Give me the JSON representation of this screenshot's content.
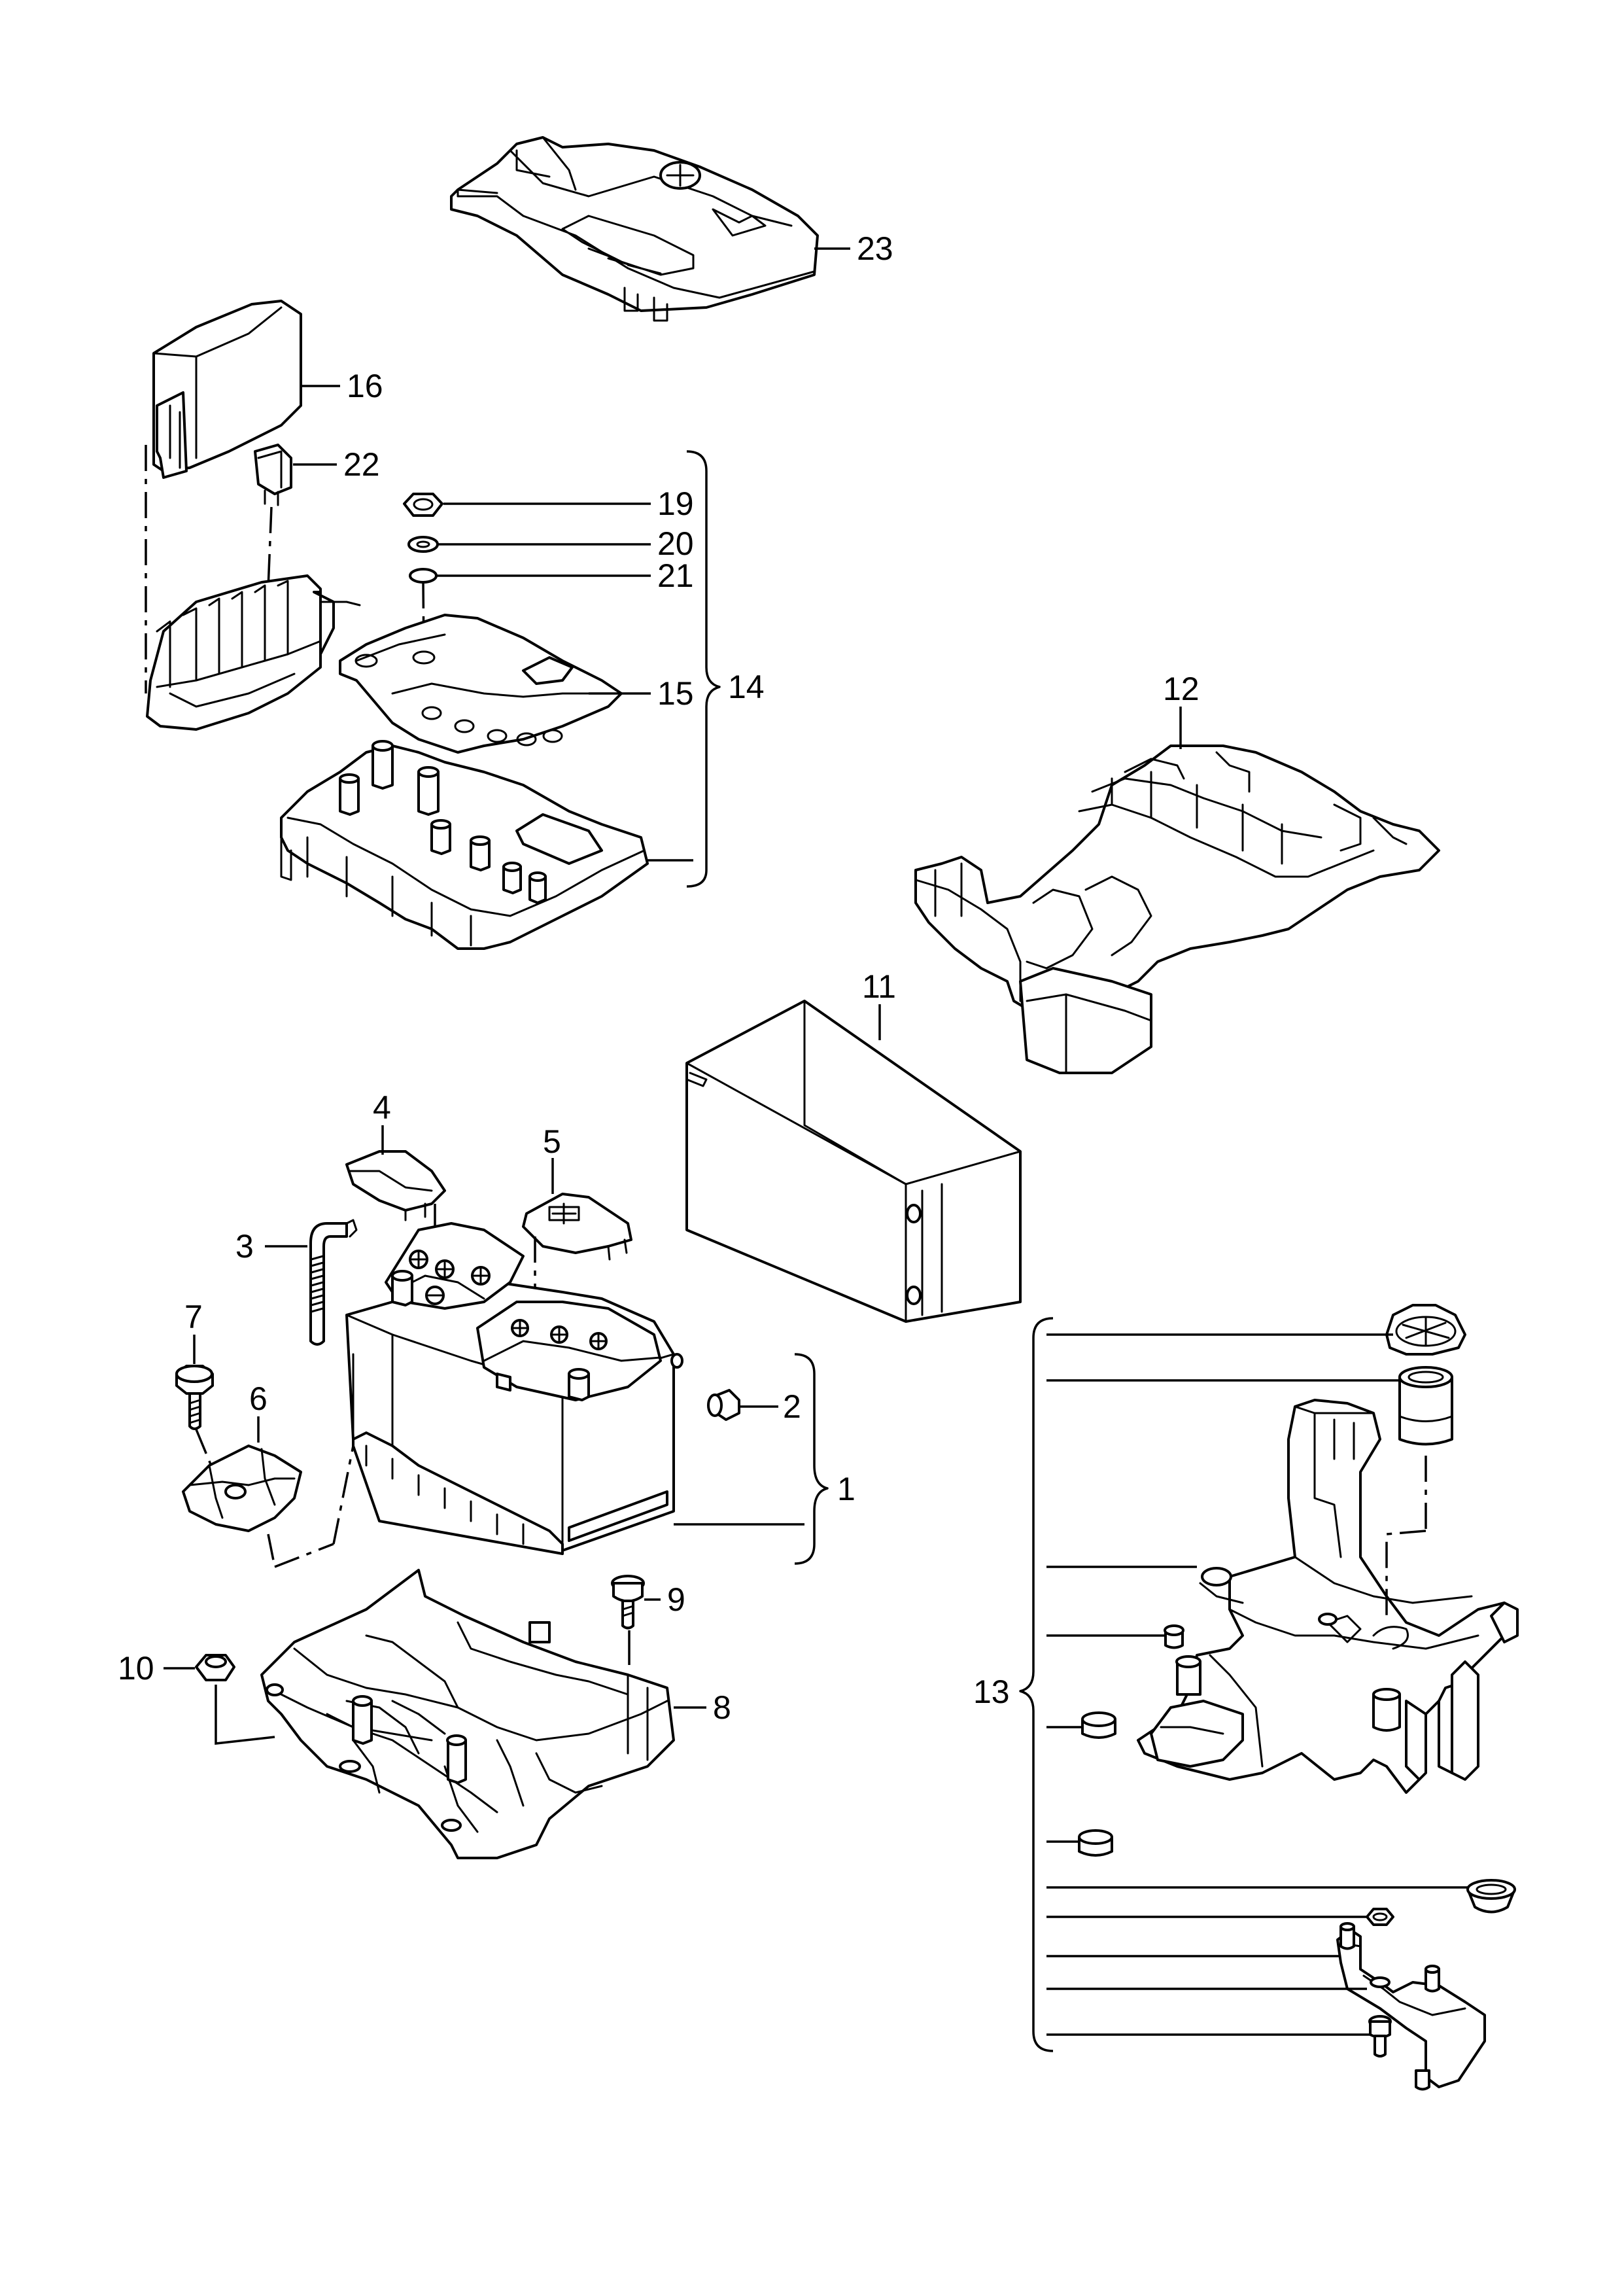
{
  "callouts": [
    {
      "id": "c1",
      "text": "1"
    },
    {
      "id": "c2",
      "text": "2"
    },
    {
      "id": "c3",
      "text": "3"
    },
    {
      "id": "c4",
      "text": "4"
    },
    {
      "id": "c5",
      "text": "5"
    },
    {
      "id": "c6",
      "text": "6"
    },
    {
      "id": "c7",
      "text": "7"
    },
    {
      "id": "c8",
      "text": "8"
    },
    {
      "id": "c9",
      "text": "9"
    },
    {
      "id": "c10",
      "text": "10"
    },
    {
      "id": "c11",
      "text": "11"
    },
    {
      "id": "c12",
      "text": "12"
    },
    {
      "id": "c13",
      "text": "13"
    },
    {
      "id": "c14",
      "text": "14"
    },
    {
      "id": "c15",
      "text": "15"
    },
    {
      "id": "c16",
      "text": "16"
    },
    {
      "id": "c19",
      "text": "19"
    },
    {
      "id": "c20",
      "text": "20"
    },
    {
      "id": "c21",
      "text": "21"
    },
    {
      "id": "c22",
      "text": "22"
    },
    {
      "id": "c23",
      "text": "23"
    }
  ]
}
